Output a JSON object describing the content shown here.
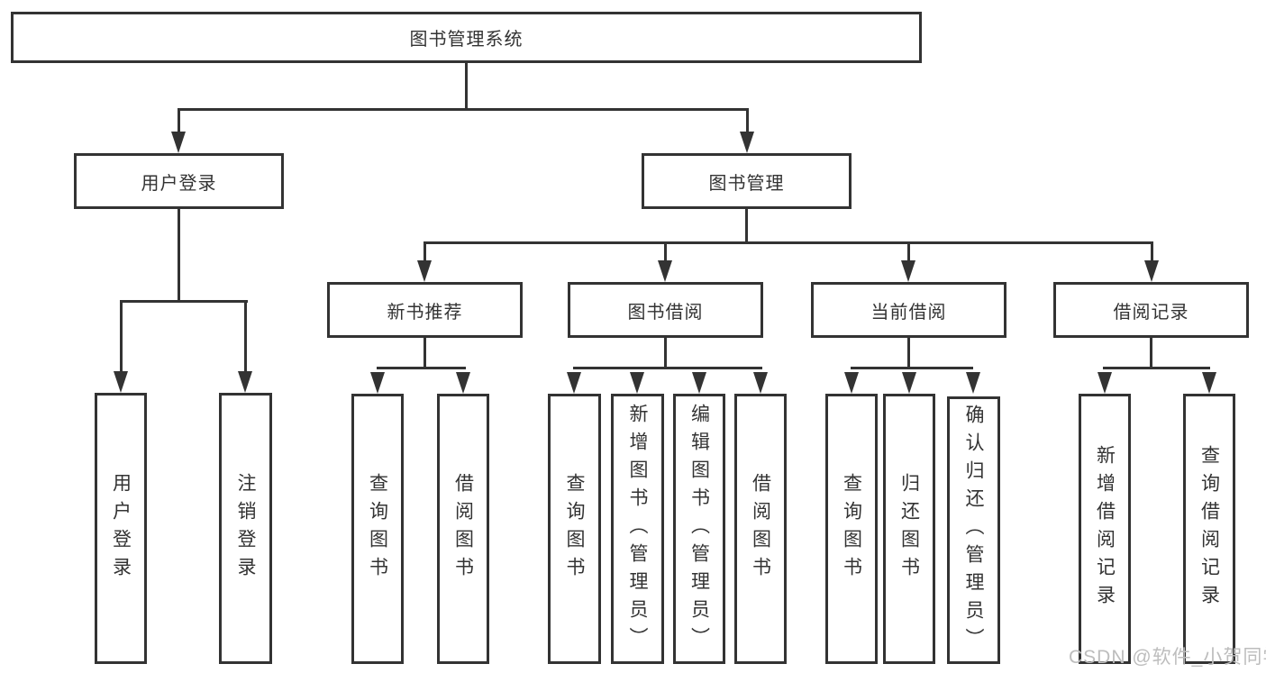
{
  "tree": {
    "root": {
      "label": "图书管理系统",
      "children": [
        {
          "label": "用户登录",
          "children": [
            {
              "label": "用户登录"
            },
            {
              "label": "注销登录"
            }
          ]
        },
        {
          "label": "图书管理",
          "children": [
            {
              "label": "新书推荐",
              "children": [
                {
                  "label": "查询图书"
                },
                {
                  "label": "借阅图书"
                }
              ]
            },
            {
              "label": "图书借阅",
              "children": [
                {
                  "label": "查询图书"
                },
                {
                  "label": "新增图书（管理员）"
                },
                {
                  "label": "编辑图书（管理员）"
                },
                {
                  "label": "借阅图书"
                }
              ]
            },
            {
              "label": "当前借阅",
              "children": [
                {
                  "label": "查询图书"
                },
                {
                  "label": "归还图书"
                },
                {
                  "label": "确认归还（管理员）"
                }
              ]
            },
            {
              "label": "借阅记录",
              "children": [
                {
                  "label": "新增借阅记录"
                },
                {
                  "label": "查询借阅记录"
                }
              ]
            }
          ]
        }
      ]
    }
  },
  "watermark": {
    "text": "CSDN @软件_小贺同学"
  },
  "colors": {
    "line": "#333333",
    "text": "#333333",
    "box_background": "#ffffff",
    "watermark": "#bdbdbd",
    "background": "#ffffff"
  }
}
